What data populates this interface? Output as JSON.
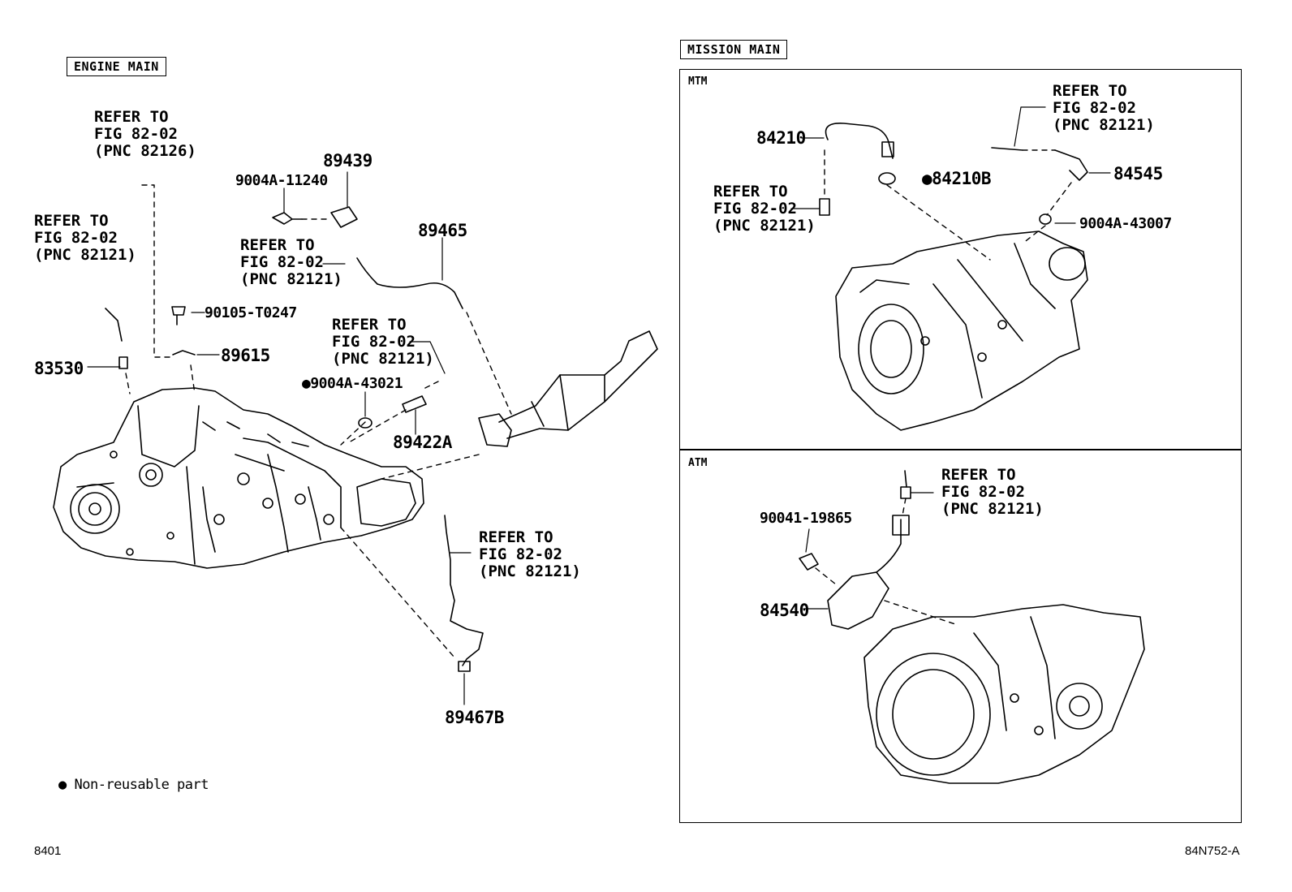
{
  "sections": {
    "engine": "ENGINE MAIN",
    "mission": "MISSION MAIN",
    "mtm": "MTM",
    "atm": "ATM"
  },
  "refs": {
    "ref_82126": "REFER TO\nFIG 82-02\n(PNC 82126)",
    "ref_82121_left": "REFER TO\nFIG 82-02\n(PNC 82121)",
    "ref_82121_mid": "REFER TO\nFIG 82-02\n(PNC 82121)",
    "ref_82121_exhaust": "REFER TO\nFIG 82-02\n(PNC 82121)",
    "ref_82121_lower": "REFER TO\nFIG 82-02\n(PNC 82121)",
    "ref_mtm_top": "REFER TO\nFIG 82-02\n(PNC 82121)",
    "ref_mtm_left": "REFER TO\nFIG 82-02\n(PNC 82121)",
    "ref_atm": "REFER TO\nFIG 82-02\n(PNC 82121)"
  },
  "parts": {
    "p89439": "89439",
    "p9004a_11240": "9004A-11240",
    "p89465": "89465",
    "p90105_t0247": "90105-T0247",
    "p89615": "89615",
    "p83530": "83530",
    "p9004a_43021": "9004A-43021",
    "p89422a": "89422A",
    "p89467b": "89467B",
    "p84210": "84210",
    "p84210b": "84210B",
    "p84545": "84545",
    "p9004a_43007": "9004A-43007",
    "p90041_19865": "90041-19865",
    "p84540": "84540"
  },
  "legend": {
    "text": "Non-reusable part"
  },
  "footer": {
    "left": "8401",
    "right": "84N752-A"
  }
}
